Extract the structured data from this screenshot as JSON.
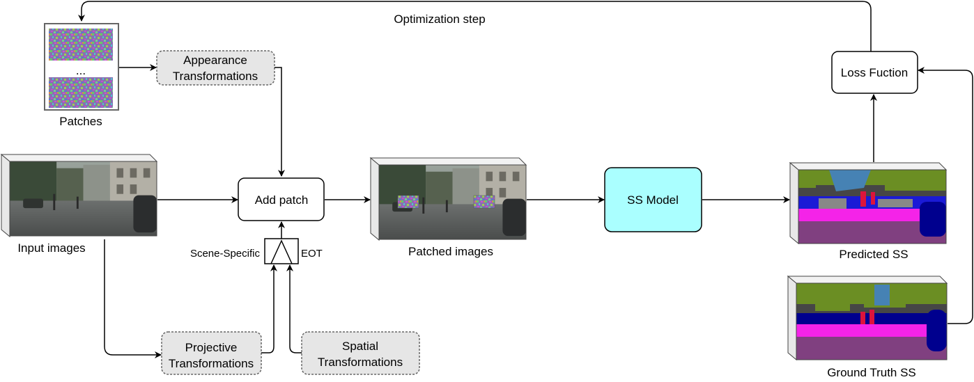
{
  "loop_label": "Optimization step",
  "patches": {
    "label": "Patches",
    "ellipsis": "..."
  },
  "appearance": {
    "line1": "Appearance",
    "line2": "Transformations"
  },
  "input_images": {
    "label": "Input images"
  },
  "add_patch": {
    "label": "Add patch"
  },
  "selector": {
    "left_label": "Scene-Specific",
    "right_label": "EOT"
  },
  "projective": {
    "line1": "Projective",
    "line2": "Transformations"
  },
  "spatial": {
    "line1": "Spatial",
    "line2": "Transformations"
  },
  "patched_images": {
    "label": "Patched images"
  },
  "ss_model": {
    "label": "SS Model"
  },
  "predicted": {
    "label": "Predicted SS"
  },
  "ground_truth": {
    "label": "Ground Truth SS"
  },
  "loss": {
    "label": "Loss Fuction"
  },
  "colors": {
    "ss_model_fill": "#aaffff",
    "dashed_fill": "#e6e6e6",
    "seg_road": "#804080",
    "seg_sidewalk": "#f423e8",
    "seg_vegetation": "#6b8e23",
    "seg_building": "#464646",
    "seg_car": "#00008e",
    "seg_person": "#dc143c",
    "seg_sky": "#4682b4"
  }
}
